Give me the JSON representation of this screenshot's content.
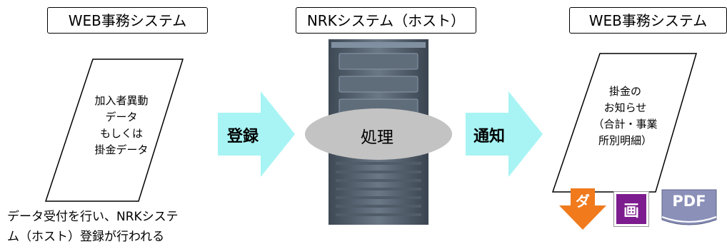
{
  "left_title": "WEB事務システム",
  "center_title": "NRKシステム（ホスト）",
  "right_title": "WEB事務システム",
  "left_doc_lines": [
    "加入者異動",
    "データ",
    "もしくは",
    "掛金データ"
  ],
  "right_doc_lines": [
    "掛金の",
    "お知らせ",
    "（合計・事業",
    "所別明細）"
  ],
  "arrow_left_label": "登録",
  "arrow_right_label": "通知",
  "process_label": "処理",
  "caption_lines": [
    "データ受付を行い、NRKシステ",
    "ム（ホスト）登録が行われる"
  ],
  "icons": {
    "download_label": "ダ",
    "screen_label": "画",
    "pdf_label": "PDF"
  },
  "colors": {
    "arrow": "#a8f4f4",
    "ellipse": "#c3c3c3",
    "screen_icon": "#7d1c8e",
    "download_icon": "#f07a1c",
    "pdf_icon": "#8a90b8"
  }
}
